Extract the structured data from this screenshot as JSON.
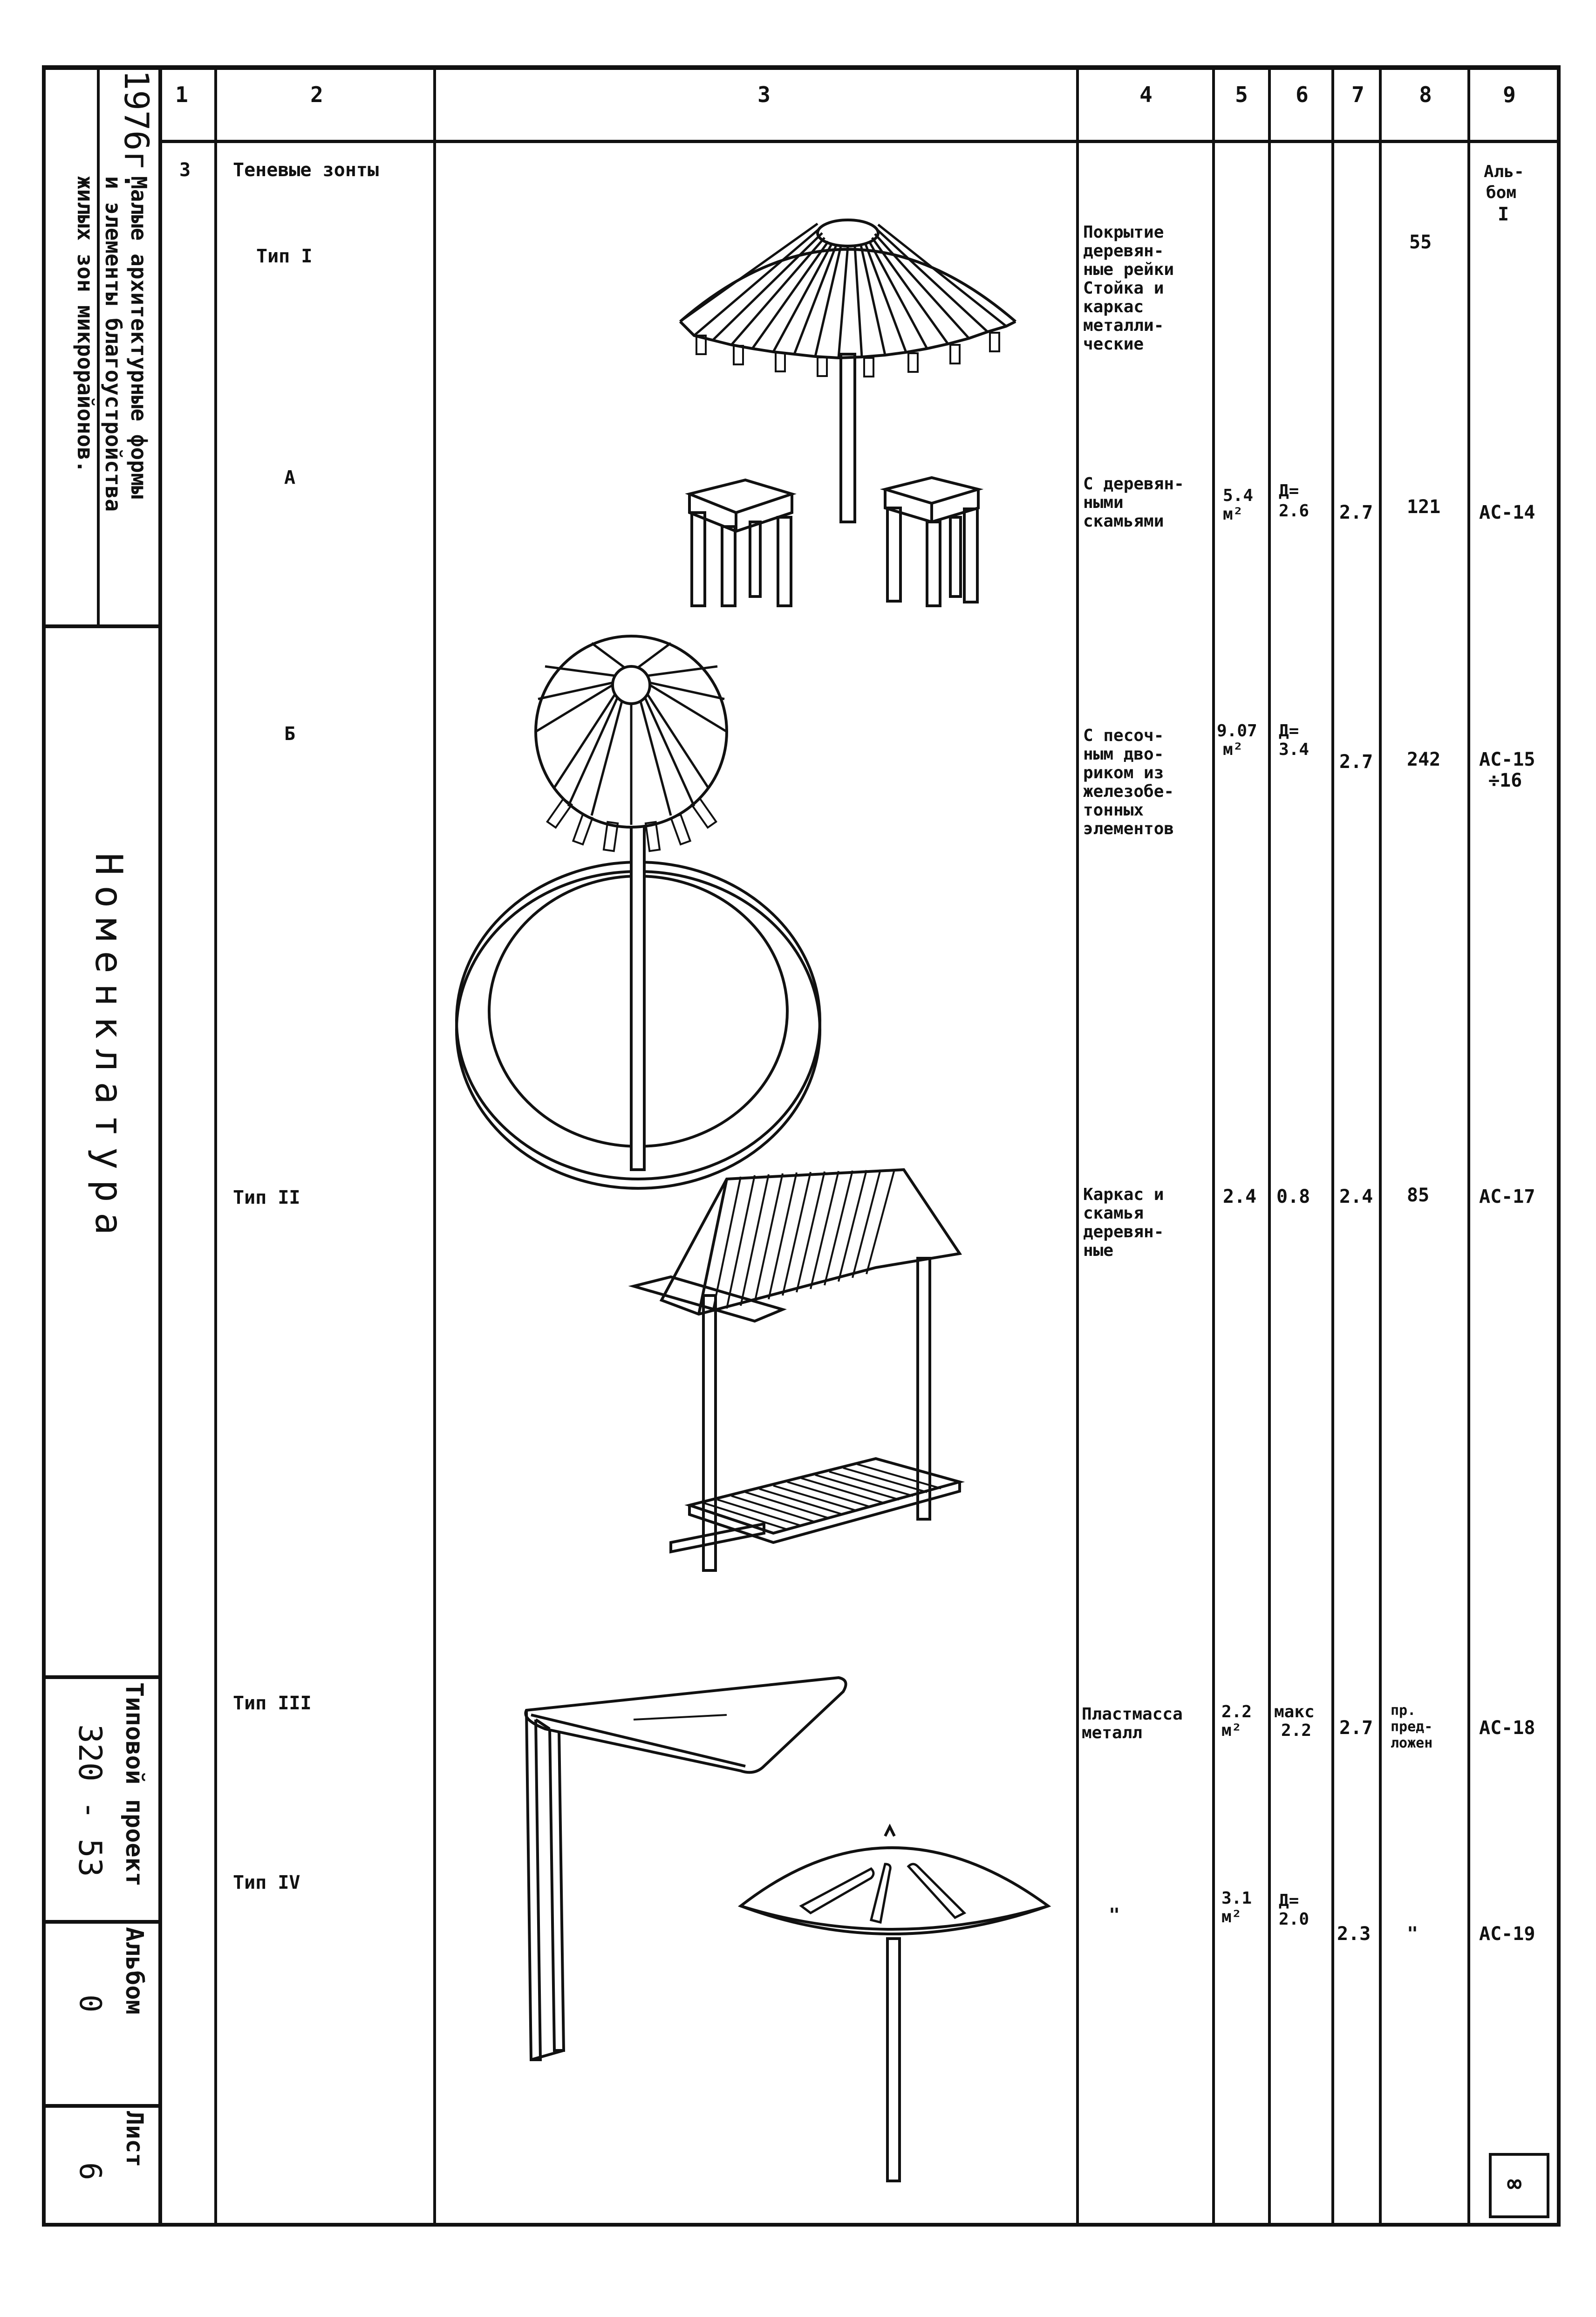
{
  "sidebar": {
    "year": "1976г.",
    "title_lines": [
      "Малые архитектурные формы",
      "и элементы благоустройства",
      "жилых зон микрорайонов."
    ],
    "section_title": "Номенклатура",
    "project_label": "Типовой проект",
    "project_number": "320 - 53",
    "album_label": "Альбом",
    "album_value": "0",
    "sheet_label": "Лист",
    "sheet_value": "6"
  },
  "header": {
    "columns": [
      "1",
      "2",
      "3",
      "4",
      "5",
      "6",
      "7",
      "8",
      "9"
    ]
  },
  "rows": {
    "group_number": "3",
    "group_title": "Теневые зонты",
    "type1": {
      "label": "Тип I",
      "description": [
        "Покрытие",
        "деревян-",
        "ные рейки",
        "Стойка и",
        "каркас",
        "металли-",
        "ческие"
      ],
      "col8": "55",
      "col9": [
        "Аль-",
        "бом",
        "I"
      ]
    },
    "a": {
      "label": "А",
      "description": [
        "С деревян-",
        "ными",
        "скамьями"
      ],
      "col5": [
        "5.4",
        "м²"
      ],
      "col6": [
        "Д=",
        "2.6"
      ],
      "col7": "2.7",
      "col8": "121",
      "col9": "АС-14"
    },
    "b": {
      "label": "Б",
      "description": [
        "С песоч-",
        "ным дво-",
        "риком из",
        "железобе-",
        "тонных",
        "элементов"
      ],
      "col5": [
        "9.07",
        "м²"
      ],
      "col6": [
        "Д=",
        "3.4"
      ],
      "col7": "2.7",
      "col8": "242",
      "col9": [
        "АС-15",
        "÷16"
      ]
    },
    "type2": {
      "label": "Тип II",
      "description": [
        "Каркас и",
        "скамья",
        "деревян-",
        "ные"
      ],
      "col5": "2.4",
      "col6": "0.8",
      "col7": "2.4",
      "col8": "85",
      "col9": "АС-17"
    },
    "type3": {
      "label": "Тип III",
      "description": [
        "Пластмасса",
        "металл"
      ],
      "col5": [
        "2.2",
        "м²"
      ],
      "col6": [
        "макс",
        "2.2"
      ],
      "col7": "2.7",
      "col8": [
        "пр.",
        "пред-",
        "ложен"
      ],
      "col9": "АС-18"
    },
    "type4": {
      "label": "Тип IV",
      "description": "\"",
      "col5": [
        "3.1",
        "м²"
      ],
      "col6": [
        "Д=",
        "2.0"
      ],
      "col7": "2.3",
      "col8": "\"",
      "col9": "АС-19"
    }
  },
  "footer_mark": "∞"
}
